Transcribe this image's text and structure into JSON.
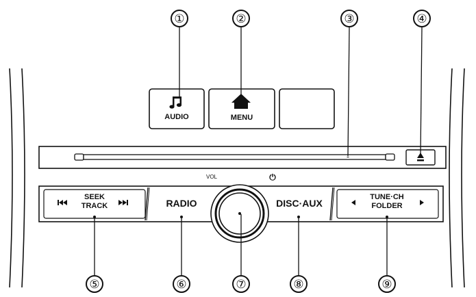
{
  "buttons": {
    "audio": "AUDIO",
    "menu": "MENU",
    "seek_top": "SEEK",
    "seek_bottom": "TRACK",
    "radio": "RADIO",
    "disc_aux": "DISC·AUX",
    "tune_top": "TUNE·CH",
    "tune_bottom": "FOLDER"
  },
  "knob": {
    "vol_label": "VOL",
    "power_symbol": "⏻"
  },
  "callouts": [
    "①",
    "②",
    "③",
    "④",
    "⑤",
    "⑥",
    "⑦",
    "⑧",
    "⑨"
  ],
  "icons": {
    "audio": "music-note-icon",
    "menu": "home-icon",
    "eject": "eject-icon",
    "seek_prev": "skip-back-icon",
    "seek_next": "skip-forward-icon",
    "tune_left": "triangle-left-icon",
    "tune_right": "triangle-right-icon"
  }
}
